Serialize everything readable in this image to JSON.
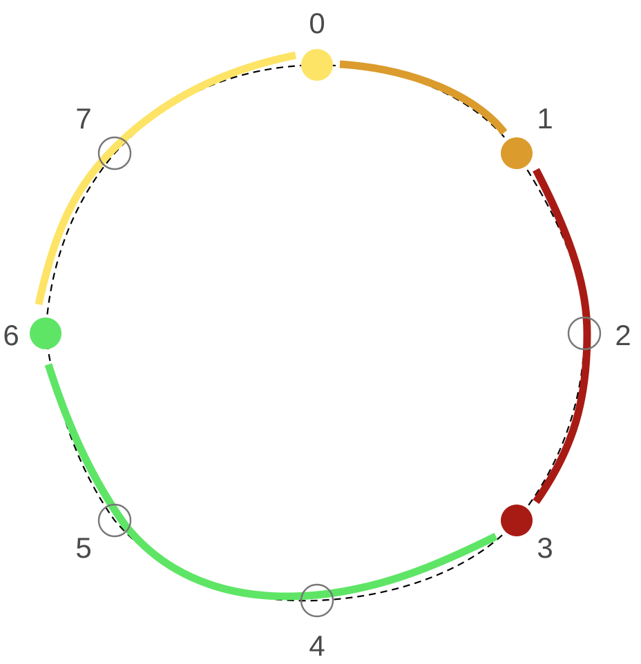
{
  "diagram": {
    "type": "cycle-graph",
    "nodes": [
      {
        "id": 0,
        "label": "0",
        "filled": true,
        "color": "#fde466"
      },
      {
        "id": 1,
        "label": "1",
        "filled": true,
        "color": "#db9b2d"
      },
      {
        "id": 2,
        "label": "2",
        "filled": false,
        "color": "#777777"
      },
      {
        "id": 3,
        "label": "3",
        "filled": true,
        "color": "#a81b14"
      },
      {
        "id": 4,
        "label": "4",
        "filled": false,
        "color": "#777777"
      },
      {
        "id": 5,
        "label": "5",
        "filled": false,
        "color": "#777777"
      },
      {
        "id": 6,
        "label": "6",
        "filled": true,
        "color": "#5ee566"
      },
      {
        "id": 7,
        "label": "7",
        "filled": false,
        "color": "#777777"
      }
    ],
    "arcs": [
      {
        "from": 0,
        "to": 1,
        "color": "#db9b2d"
      },
      {
        "from": 1,
        "to": 3,
        "color": "#a81b14"
      },
      {
        "from": 3,
        "to": 6,
        "color": "#5ee566"
      },
      {
        "from": 6,
        "to": 0,
        "color": "#fde466"
      }
    ],
    "guide": {
      "style": "dashed",
      "color": "#000000"
    }
  }
}
